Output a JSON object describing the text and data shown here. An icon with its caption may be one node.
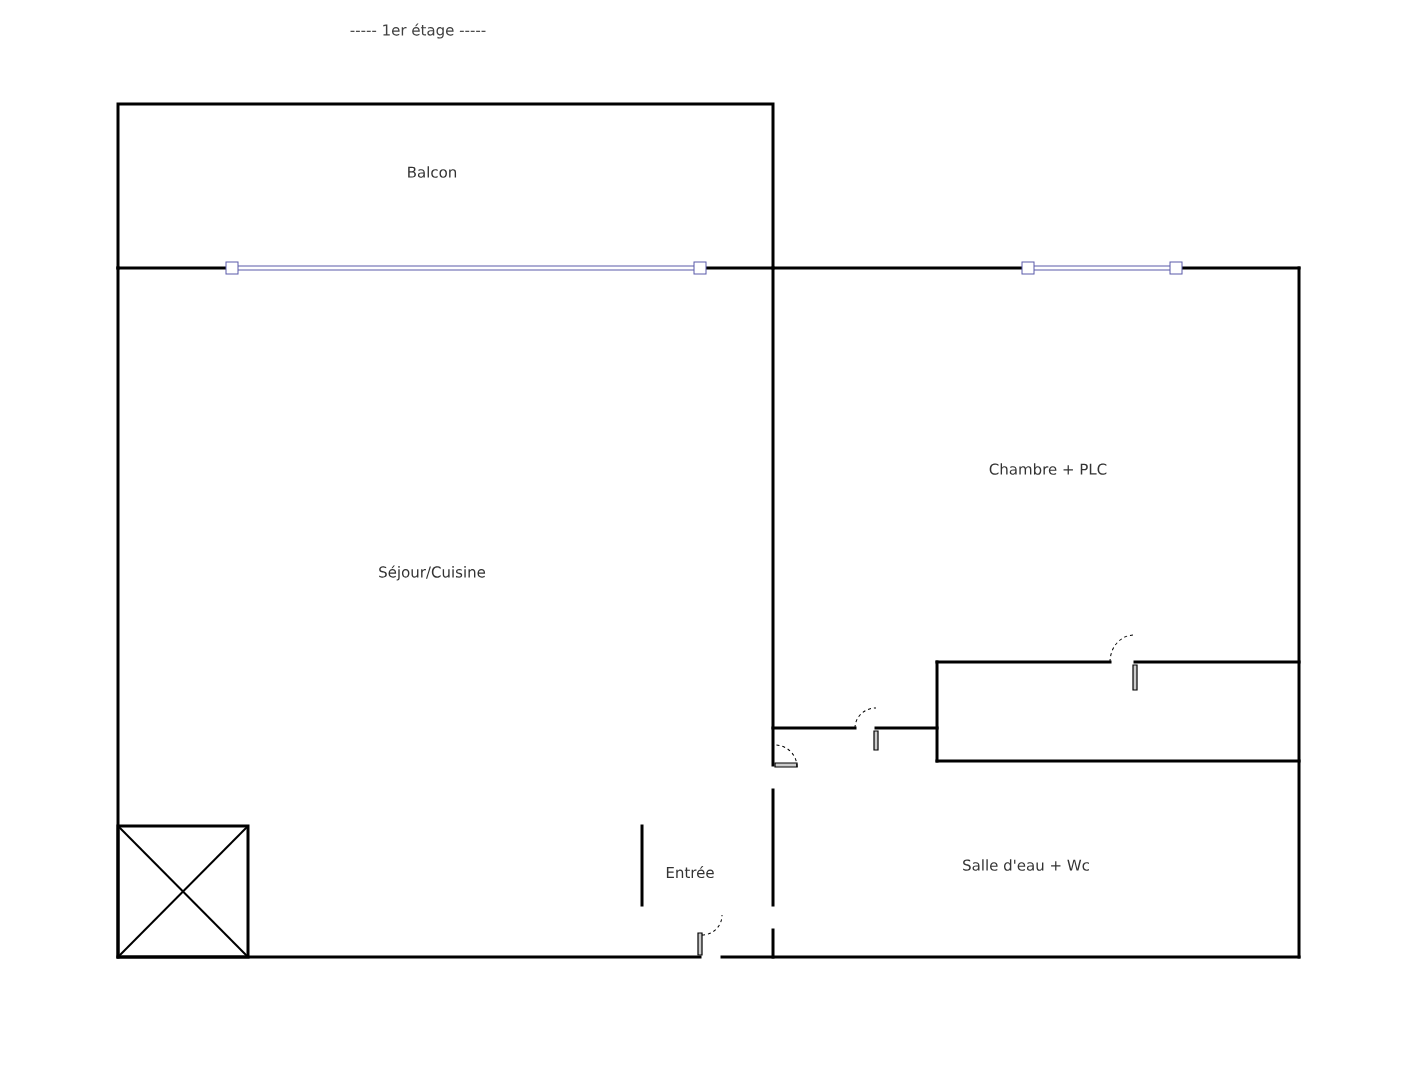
{
  "diagram": {
    "title": "-----  1er étage  -----",
    "labels": [
      "Balcon",
      "Chambre + PLC",
      "Séjour/Cuisine",
      "Entrée",
      "Salle d'eau + Wc"
    ]
  }
}
